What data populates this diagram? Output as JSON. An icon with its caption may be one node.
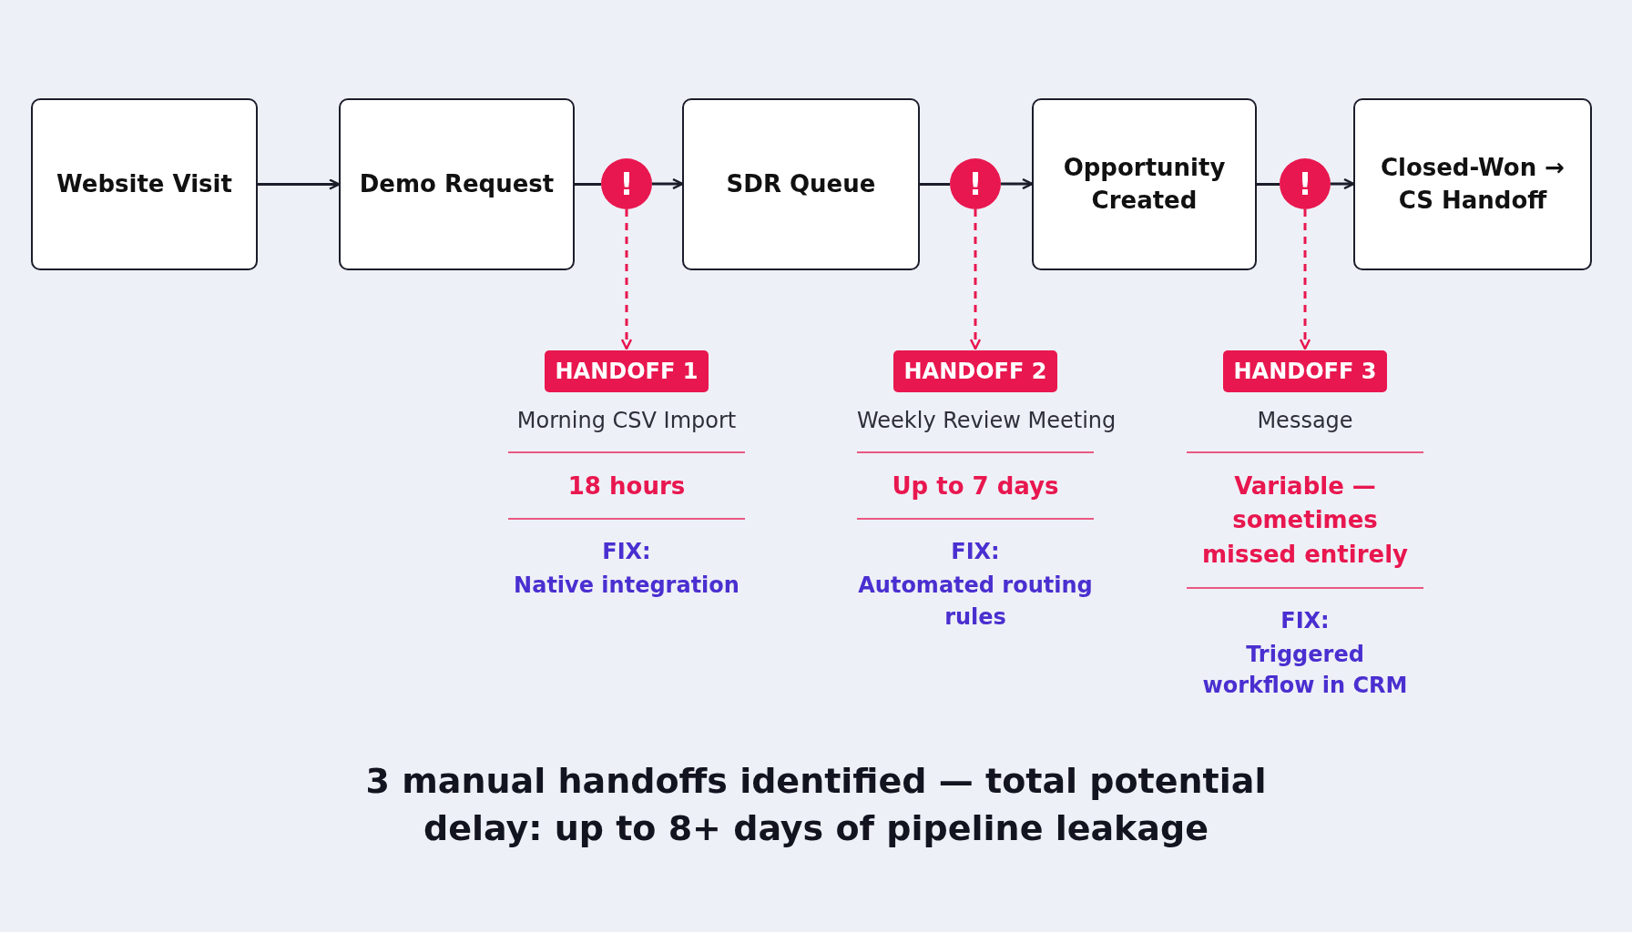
{
  "diagram": {
    "caption": "3 manual handoffs identified — total potential delay: up to 8+ days of pipeline leakage",
    "nodes": [
      {
        "text": [
          "Website Visit"
        ]
      },
      {
        "text": [
          "Demo Request"
        ]
      },
      {
        "text": [
          "SDR Queue"
        ]
      },
      {
        "text": [
          "Opportunity Created"
        ]
      },
      {
        "text": [
          "Closed-Won → CS Handoff"
        ]
      },
      {
        "text": [
          "!"
        ]
      },
      {
        "text": [
          "HANDOFF 1"
        ],
        "beside": [
          "Morning CSV Import",
          "18 hours",
          "FIX:",
          "Native integration"
        ]
      },
      {
        "text": [
          "!"
        ]
      },
      {
        "text": [
          "HANDOFF 2"
        ],
        "beside": [
          "Weekly Review Meeting",
          "Up to 7 days",
          "FIX:",
          "Automated routing rules"
        ]
      },
      {
        "text": [
          "!"
        ]
      },
      {
        "text": [
          "HANDOFF 3"
        ],
        "beside": [
          "Message",
          "Variable — sometimes missed entirely",
          "FIX:",
          "Triggered workflow in CRM"
        ]
      }
    ],
    "edges": [
      {
        "from": 0,
        "to": 1,
        "arrow": "to"
      },
      {
        "from": 1,
        "to": 5,
        "arrow": "none"
      },
      {
        "from": 5,
        "to": 2,
        "arrow": "to"
      },
      {
        "from": 2,
        "to": 7,
        "arrow": "none"
      },
      {
        "from": 7,
        "to": 3,
        "arrow": "to"
      },
      {
        "from": 3,
        "to": 9,
        "arrow": "none"
      },
      {
        "from": 9,
        "to": 4,
        "arrow": "to"
      },
      {
        "from": 5,
        "to": 6,
        "arrow": "to",
        "style": "dashed",
        "color": "#e8174f"
      },
      {
        "from": 7,
        "to": 8,
        "arrow": "to",
        "style": "dashed",
        "color": "#e8174f"
      },
      {
        "from": 9,
        "to": 10,
        "arrow": "to",
        "style": "dashed",
        "color": "#e8174f"
      }
    ]
  }
}
